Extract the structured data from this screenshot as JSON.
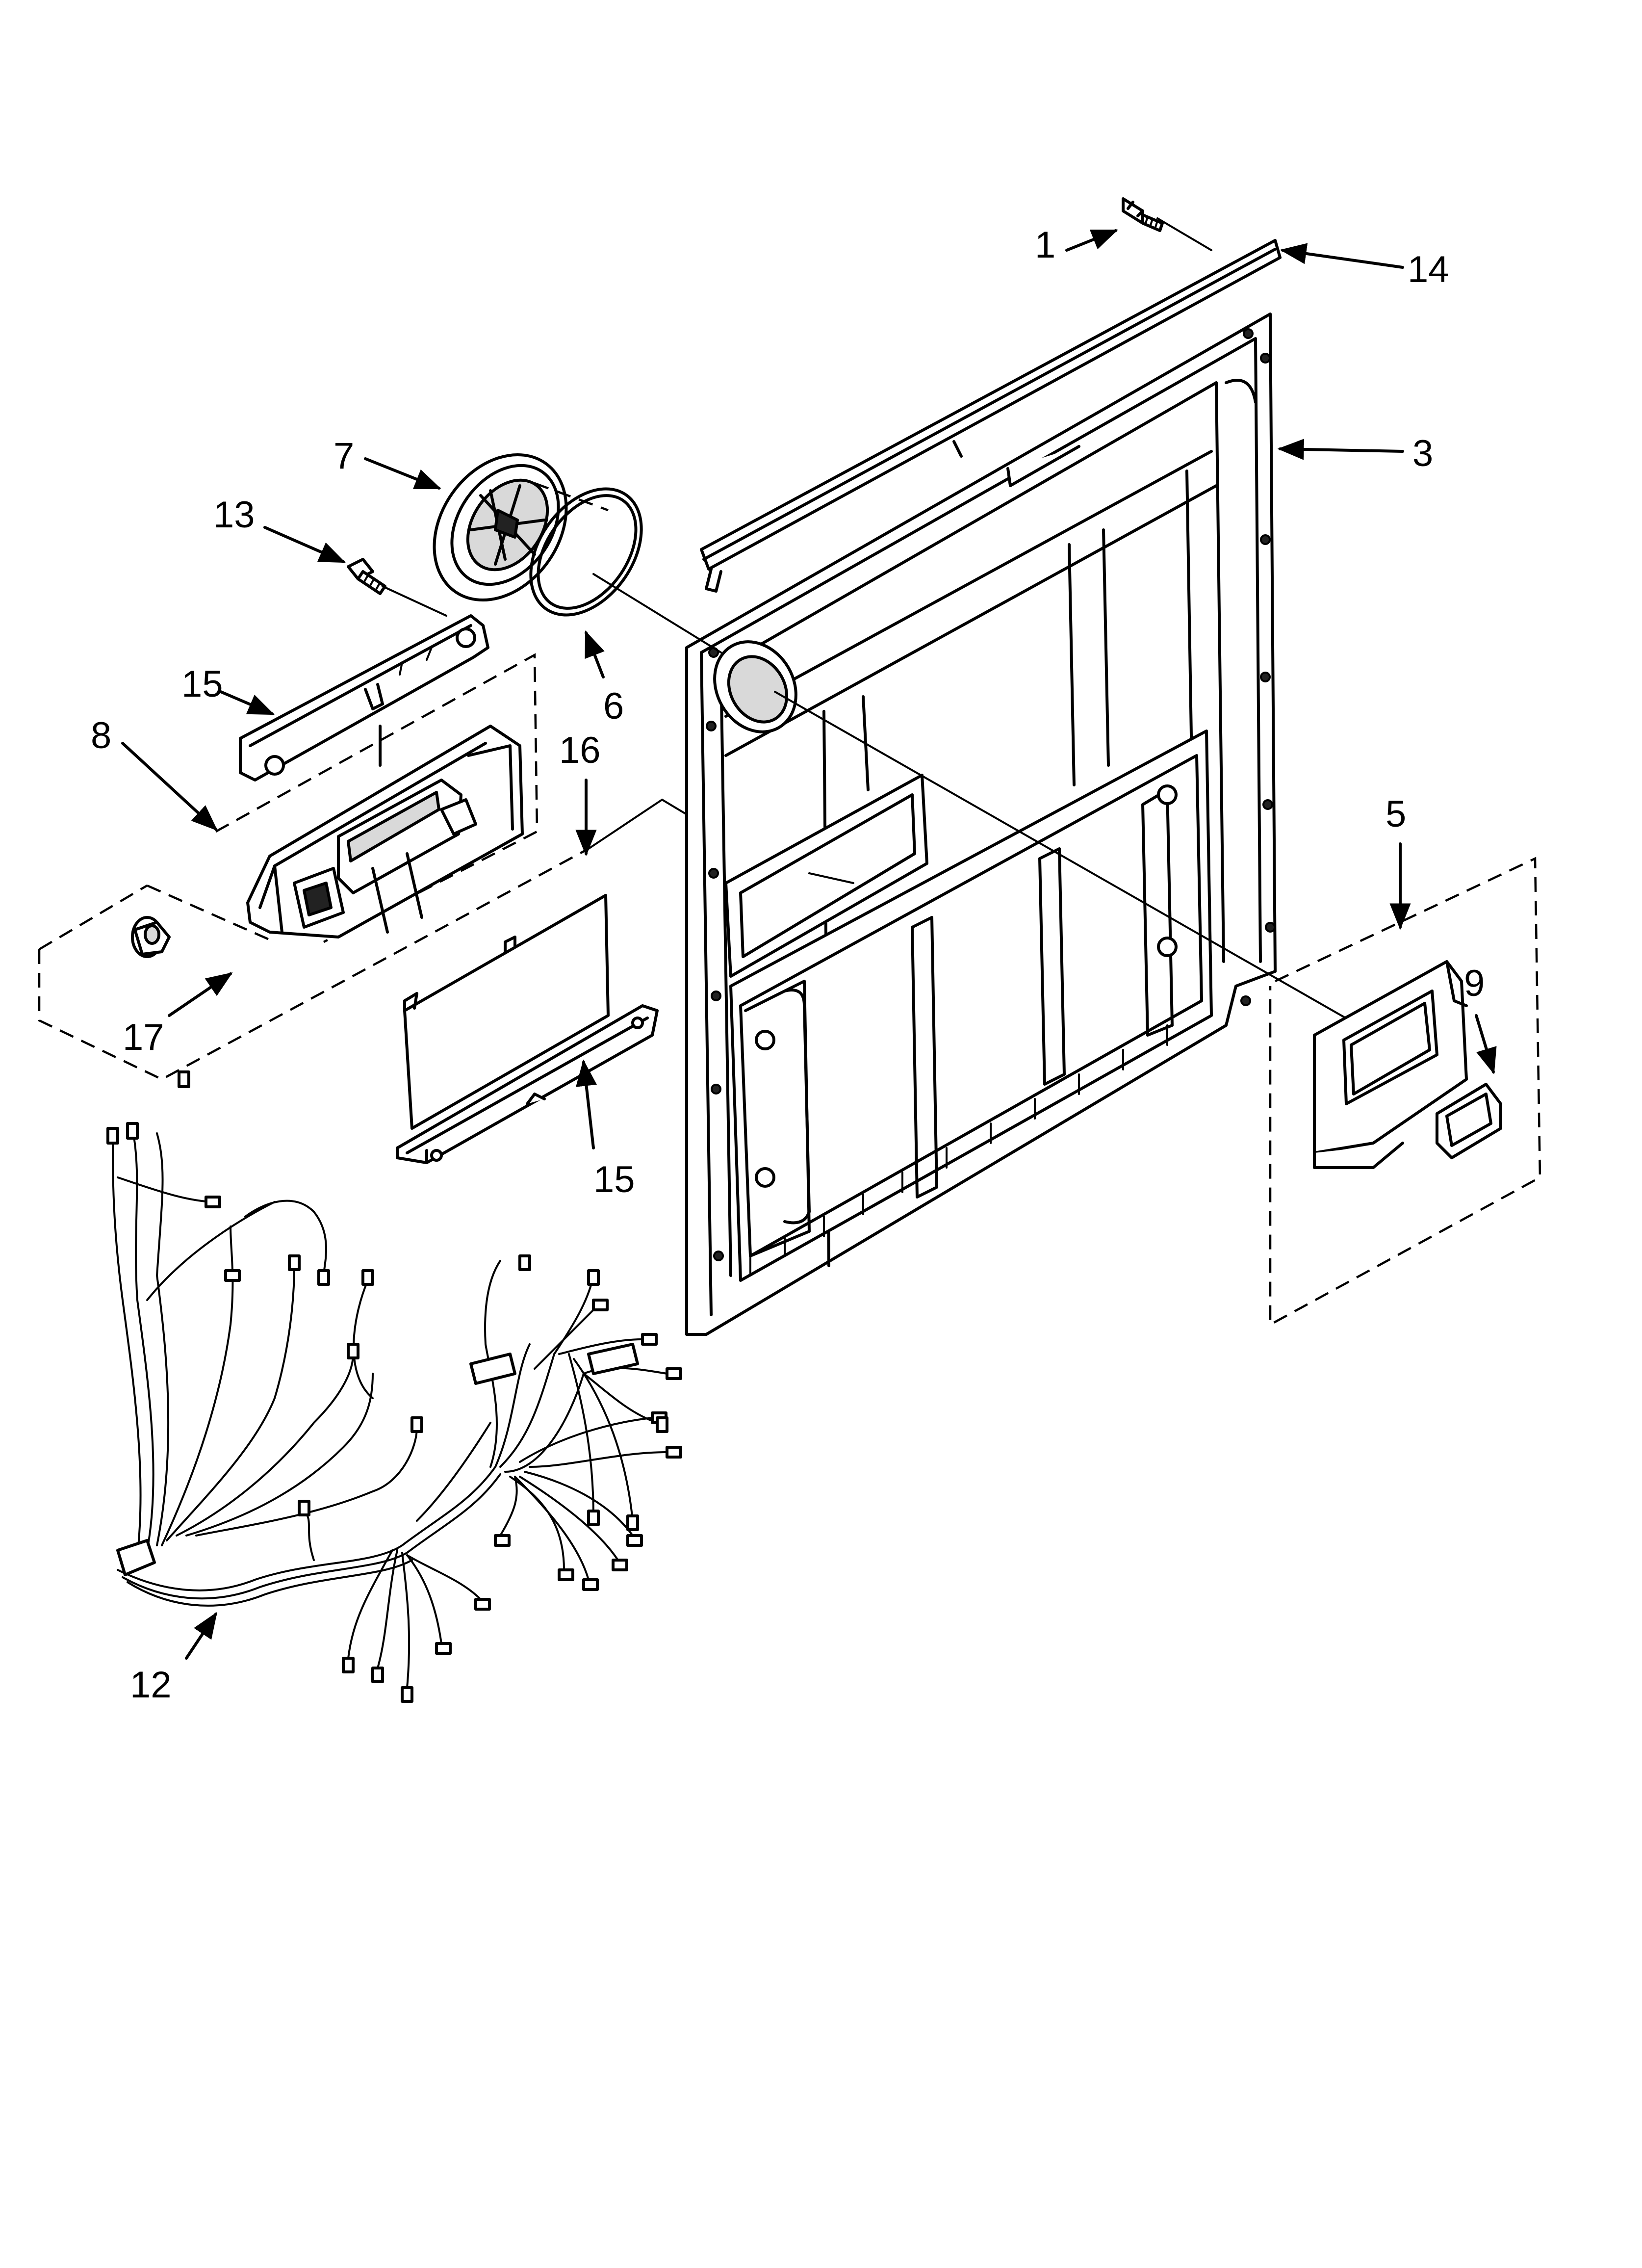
{
  "callouts": {
    "c1": "1",
    "c14": "14",
    "c3": "3",
    "c7": "7",
    "c13": "13",
    "c6": "6",
    "c15a": "15",
    "c8": "8",
    "c16": "16",
    "c5": "5",
    "c9": "9",
    "c17": "17",
    "c15b": "15",
    "c12": "12"
  },
  "icons": {
    "screw": "screw-icon",
    "connector": "wire-connector-icon"
  }
}
